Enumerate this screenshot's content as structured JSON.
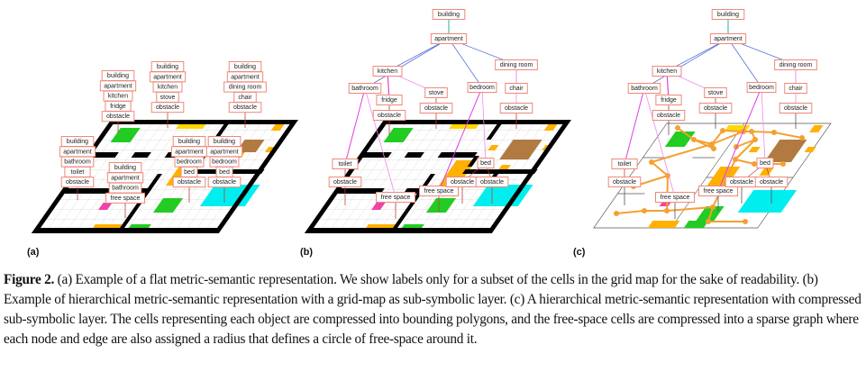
{
  "figure": {
    "panels": [
      {
        "tag": "(a)",
        "name": "flat",
        "label_stacks": [
          {
            "labels": [
              "building",
              "apartment",
              "kitchen",
              "fridge",
              "obstacle"
            ]
          },
          {
            "labels": [
              "building",
              "apartment",
              "kitchen",
              "stove",
              "obstacle"
            ]
          },
          {
            "labels": [
              "building",
              "apartment",
              "dining room",
              "chair",
              "obstacle"
            ]
          },
          {
            "labels": [
              "building",
              "apartment",
              "bathroom",
              "toilet",
              "obstacle"
            ]
          },
          {
            "labels": [
              "building",
              "apartment",
              "bathroom",
              "free space"
            ]
          },
          {
            "labels": [
              "building",
              "apartment",
              "bedroom",
              "bed",
              "obstacle"
            ]
          },
          {
            "labels": [
              "building",
              "apartment",
              "bedroom",
              "bed",
              "obstacle"
            ]
          }
        ]
      },
      {
        "tag": "(b)",
        "name": "hierarchical-grid",
        "nodes": {
          "building": "building",
          "apartment": "apartment",
          "kitchen": "kitchen",
          "bathroom": "bathroom",
          "bedroom": "bedroom",
          "dining_room": "dining room",
          "fridge": "fridge",
          "stove": "stove",
          "chair": "chair",
          "obstacle_fridge": "obstacle",
          "obstacle_stove": "obstacle",
          "obstacle_chair": "obstacle",
          "toilet": "toilet",
          "obstacle_toilet": "obstacle",
          "free_space_bath": "free space",
          "free_space_bed": "free space",
          "bed": "bed",
          "obstacle_bed_1": "obstacle",
          "obstacle_bed_2": "obstacle"
        }
      },
      {
        "tag": "(c)",
        "name": "hierarchical-compressed",
        "nodes": {
          "building": "building",
          "apartment": "apartment",
          "kitchen": "kitchen",
          "bathroom": "bathroom",
          "bedroom": "bedroom",
          "dining_room": "dining room",
          "fridge": "fridge",
          "stove": "stove",
          "chair": "chair",
          "obstacle_fridge": "obstacle",
          "obstacle_stove": "obstacle",
          "obstacle_chair": "obstacle",
          "toilet": "toilet",
          "obstacle_toilet": "obstacle",
          "free_space_bath": "free space",
          "free_space_bed": "free space",
          "bed": "bed",
          "obstacle_bed_1": "obstacle",
          "obstacle_bed_2": "obstacle"
        }
      }
    ],
    "colors": {
      "label_border": "#f08878",
      "wall": "#000000",
      "grid_line": "#cfcfcf",
      "edge_building_apartment": "#2fae8f",
      "edge_apartment_room": "#5a6fd8",
      "edge_room_object": "#e040e0",
      "edge_room_object_light": "#f08af0",
      "obstacle_line": "#c04040",
      "fridge_green": "#22cc22",
      "stove_yellow": "#ffd800",
      "orange": "#ffb000",
      "toilet_pink": "#ee44aa",
      "bed_cyan": "#00eeee",
      "table_brown": "#b07a40",
      "graph_orange": "#f5a030"
    }
  },
  "caption": {
    "label": "Figure 2.",
    "text": " (a) Example of a flat metric-semantic representation. We show labels only for a subset of the cells in the grid map for the sake of readability. (b) Example of hierarchical metric-semantic representation with a grid-map as sub-symbolic layer. (c) A hierarchical metric-semantic representation with compressed sub-symbolic layer. The cells representing each object are compressed into bounding polygons, and the free-space cells are compressed into a sparse graph where each node and edge are also assigned a radius that defines a circle of free-space around it."
  }
}
